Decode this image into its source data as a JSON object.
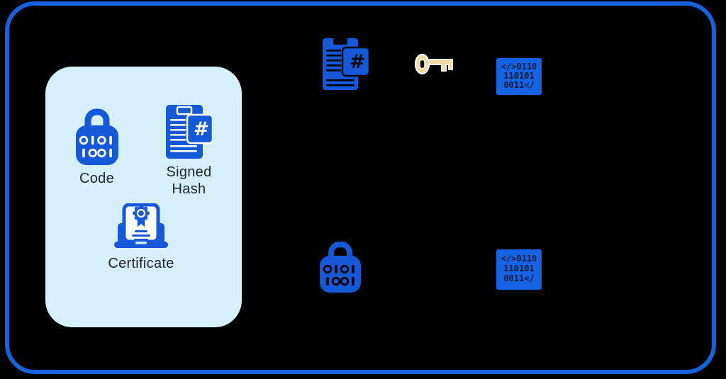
{
  "colors": {
    "background": "#000000",
    "border_blue": "#1462DE",
    "panel_bg": "#D6F0FB",
    "icon_blue": "#1659D8",
    "screen_blue": "#1562E2",
    "screen_text": "#0A1A38",
    "key_gold": "#F2D89E",
    "label_text": "#20242E"
  },
  "panel": {
    "items": [
      {
        "label": "Code",
        "icon": "binary-lock-icon"
      },
      {
        "label": "Signed Hash",
        "icon": "hash-document-icon"
      },
      {
        "label": "Certificate",
        "icon": "certificate-laptop-icon"
      }
    ]
  },
  "lock_glyphs": {
    "row1": "0101",
    "row2": "1001"
  },
  "hash_symbol": "#",
  "monitors": {
    "top": {
      "lines": [
        "</>0110",
        "110101",
        "0011</"
      ]
    },
    "bottom": {
      "lines": [
        "</>0110",
        "110101",
        "0011</"
      ]
    }
  },
  "flow": {
    "icons": [
      "hashed-document",
      "private-key",
      "code-screen",
      "binary-lock",
      "code-screen"
    ]
  }
}
